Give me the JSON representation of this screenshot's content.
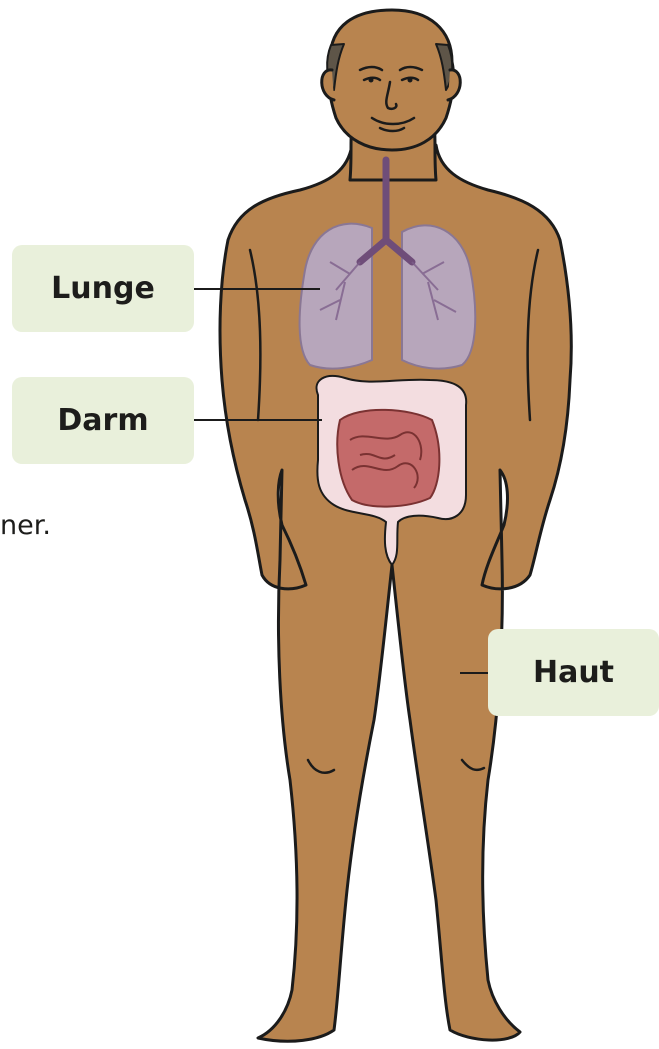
{
  "labels": {
    "lung": "Lunge",
    "intestine": "Darm",
    "skin": "Haut"
  },
  "cut_off_text": "ner.",
  "colors": {
    "skin": "#b8844f",
    "outline": "#1b1b1b",
    "hair": "#5e5548",
    "lung": "#b7a6bb",
    "trachea": "#6f4d79",
    "colon": "#f3dde0",
    "small_intestine": "#c46a6a",
    "label_bg": "#e9f0db"
  }
}
